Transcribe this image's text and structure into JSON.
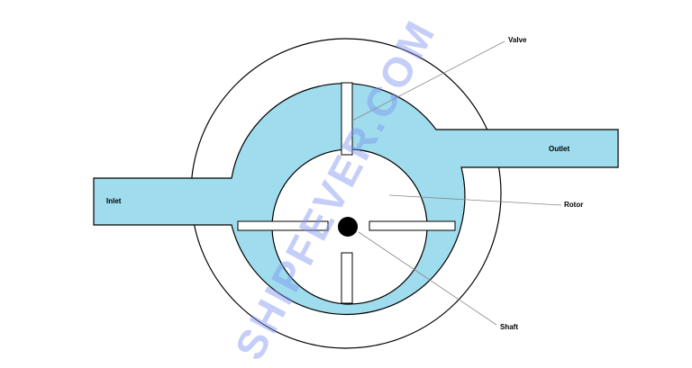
{
  "diagram": {
    "labels": {
      "valve": "Valve",
      "outlet": "Outlet",
      "rotor": "Rotor",
      "inlet": "Inlet",
      "shaft": "Shaft"
    },
    "watermark": "SHIPFEVER.COM",
    "colors": {
      "fluid": "#9fdced",
      "outline": "#000000",
      "leader": "#888888",
      "background": "#ffffff"
    }
  }
}
